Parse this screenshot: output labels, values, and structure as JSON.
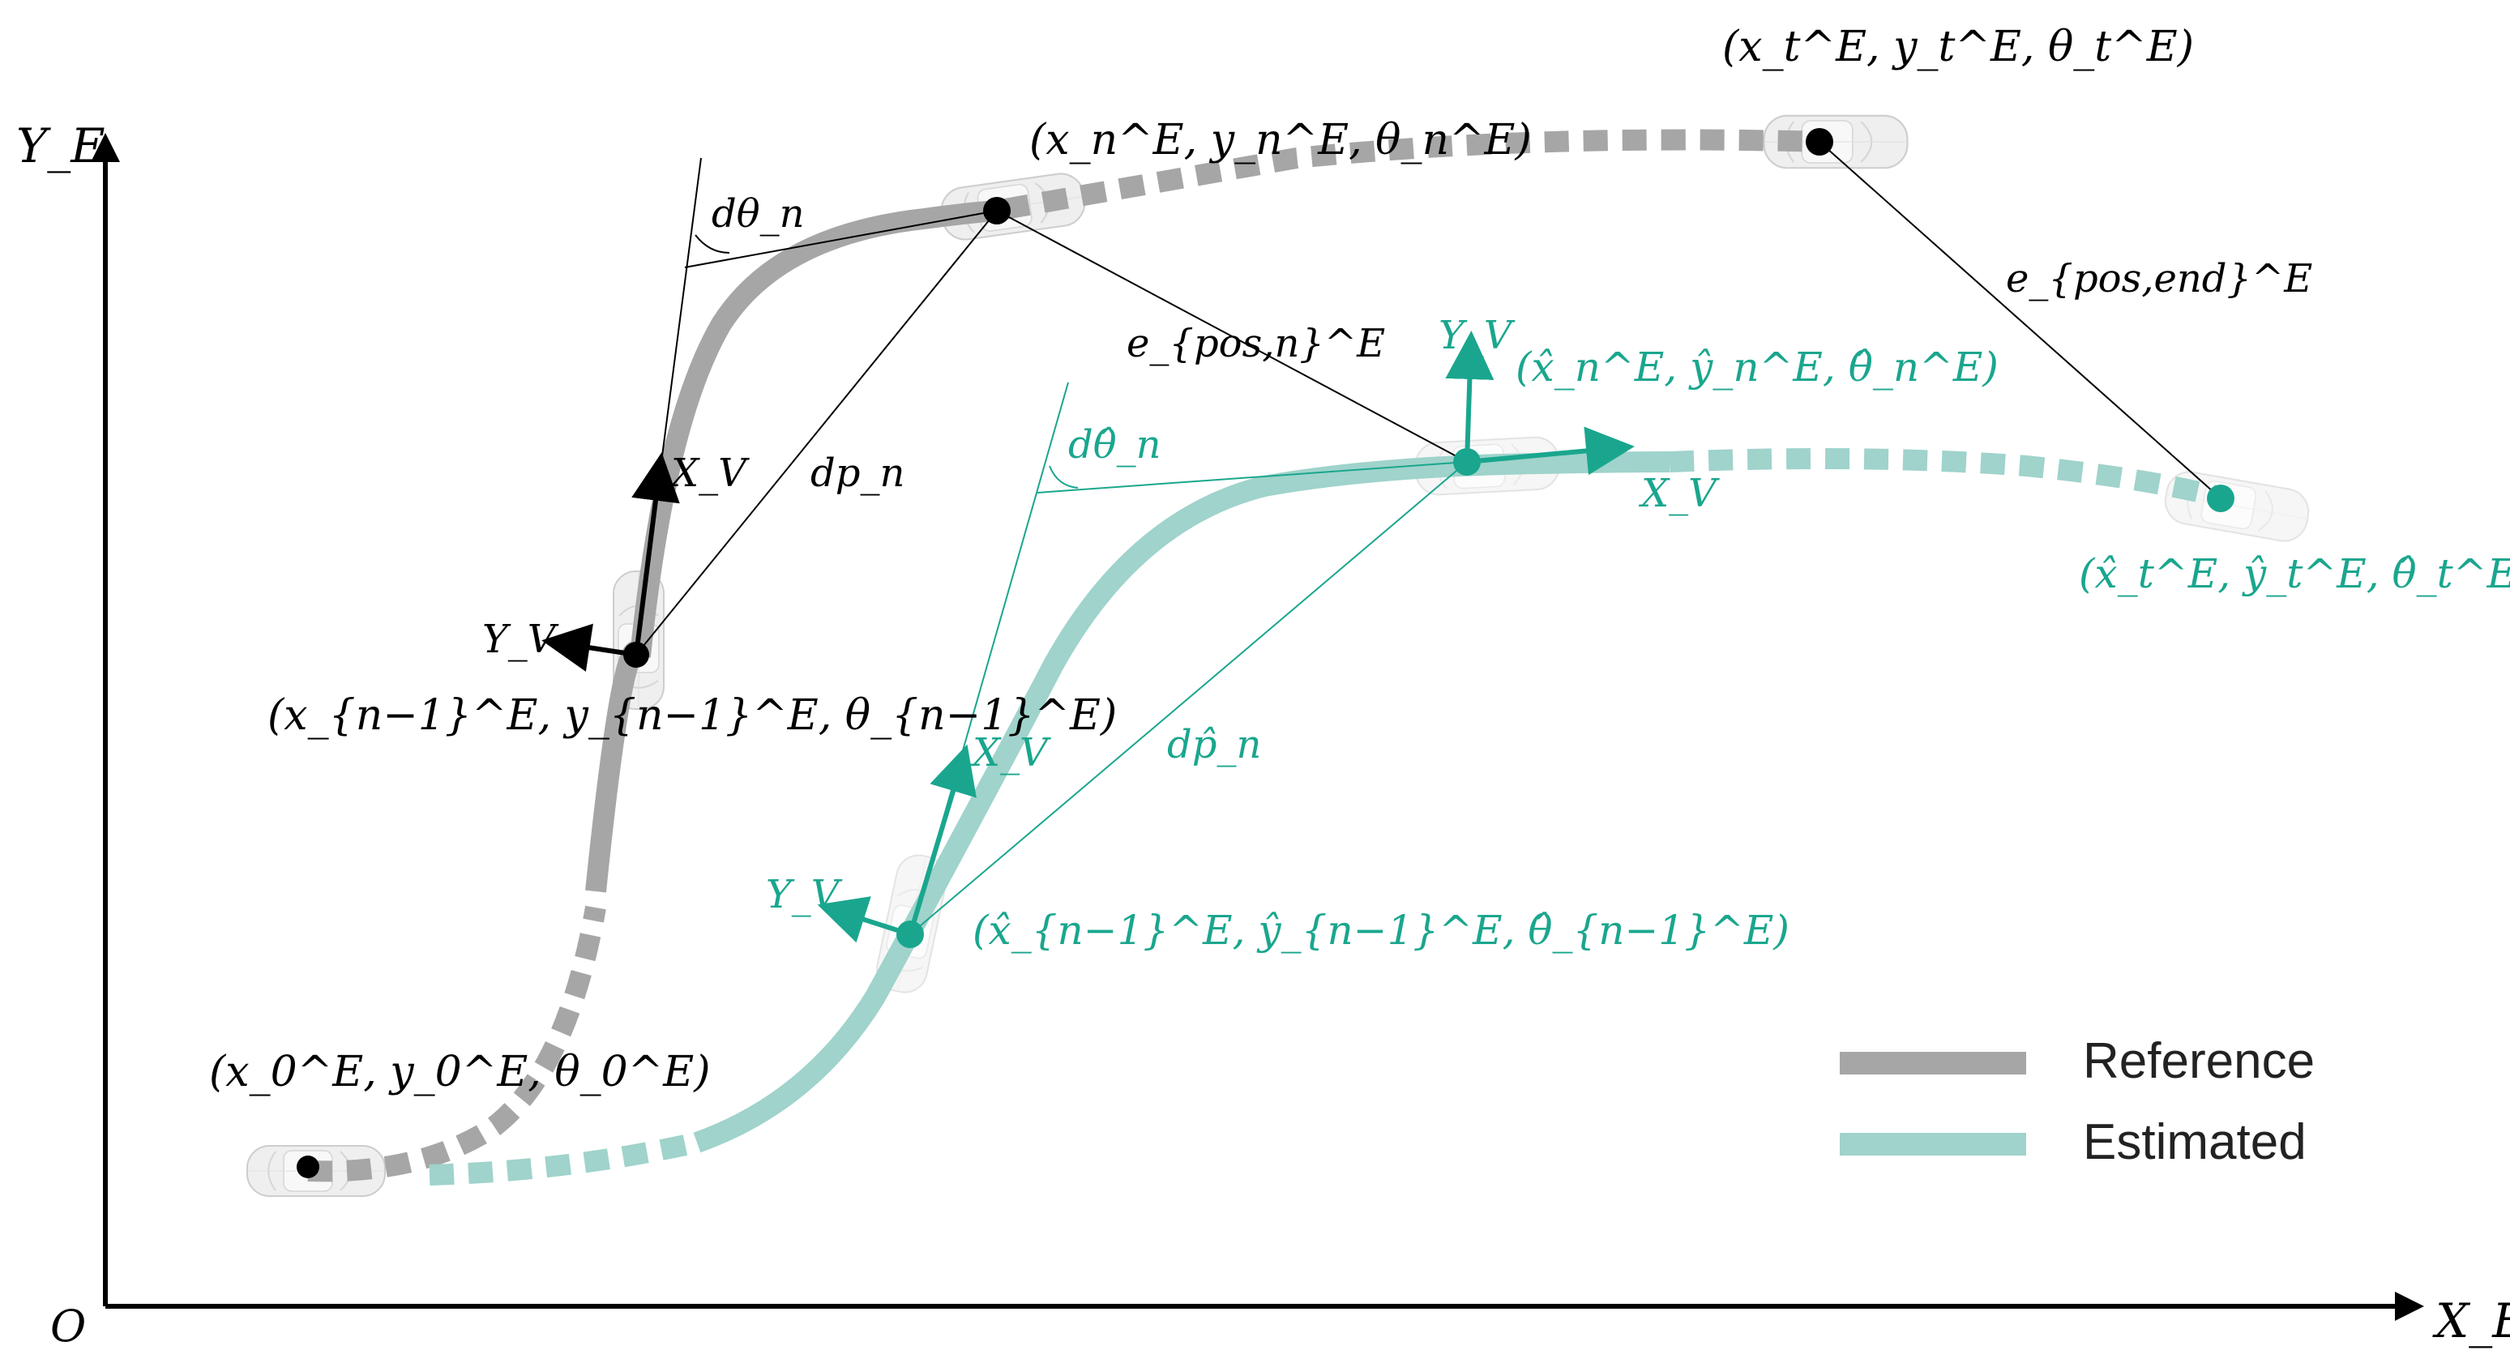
{
  "colors": {
    "reference": "#a6a6a6",
    "estimated": "#9fd3cb",
    "estimated_accent": "#1aa68e",
    "axis": "#000000",
    "car_body": "#e6e6e6",
    "car_outline": "#bdbdbd"
  },
  "axes": {
    "x_label": "X_E",
    "y_label": "Y_E",
    "origin_label": "O"
  },
  "poses": {
    "start": "(x_0^E, y_0^E, θ_0^E)",
    "ref_prev": "(x_{n−1}^E, y_{n−1}^E, θ_{n−1}^E)",
    "ref_curr": "(x_n^E, y_n^E, θ_n^E)",
    "ref_end": "(x_t^E, y_t^E, θ_t^E)",
    "est_prev": "(x̂_{n−1}^E, ŷ_{n−1}^E, θ̂_{n−1}^E)",
    "est_curr": "(x̂_n^E, ŷ_n^E, θ̂_n^E)",
    "est_end": "(x̂_t^E, ŷ_t^E, θ̂_t^E)"
  },
  "labels": {
    "ref_frame_x": "X_V",
    "ref_frame_y": "Y_V",
    "est_prev_frame_x": "X_V",
    "est_prev_frame_y": "Y_V",
    "est_curr_frame_x": "X_V",
    "est_curr_frame_y": "Y_V",
    "dtheta": "dθ_n",
    "dtheta_hat": "dθ̂_n",
    "dp": "dp_n",
    "dp_hat": "dp̂_n",
    "e_pos_n": "e_{pos,n}^E",
    "e_pos_end": "e_{pos,end}^E"
  },
  "legend": {
    "items": [
      {
        "label": "Reference",
        "color": "#a6a6a6"
      },
      {
        "label": "Estimated",
        "color": "#9fd3cb"
      }
    ]
  }
}
